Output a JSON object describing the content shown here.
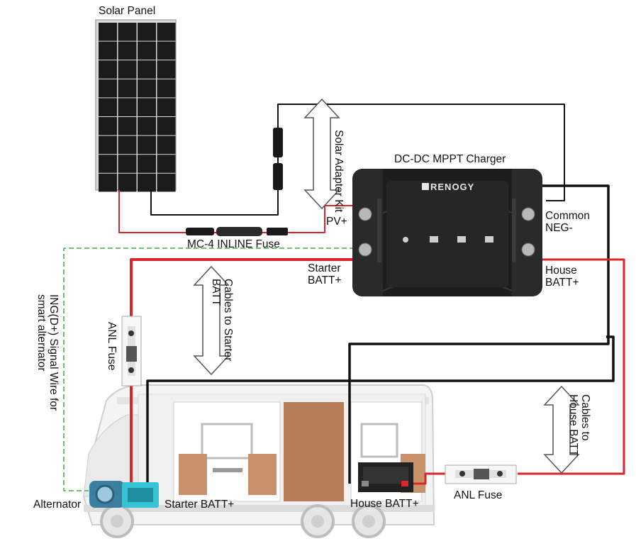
{
  "labels": {
    "solar_panel": "Solar Panel",
    "solar_adapter_kit": "Solar Adapter Kit",
    "dc_dc_charger": "DC-DC MPPT Charger",
    "brand": "RENOGY",
    "pv_plus": "PV+",
    "common_neg_1": "Common",
    "common_neg_2": "NEG-",
    "mc4_fuse": "MC-4 INLINE Fuse",
    "starter_batt_1": "Starter",
    "starter_batt_2": "BATT+",
    "house_batt_1": "House",
    "house_batt_2": "BATT+",
    "cables_starter": "Cables to Starter BATT",
    "cables_house": "Cables to House BATT",
    "anl_fuse_left": "ANL Fuse",
    "anl_fuse_right": "ANL Fuse",
    "ing_signal": "ING(D+) Signal Wire for smart alternator",
    "alternator": "Alternator",
    "starter_batt_bottom": "Starter BATT+",
    "house_batt_bottom": "House BATT+"
  },
  "colors": {
    "positive_wire": "#d8262c",
    "negative_wire": "#111111",
    "signal_wire": "#5cb85c",
    "charger_body": "#262626",
    "panel_cell": "#1b1b1b"
  }
}
